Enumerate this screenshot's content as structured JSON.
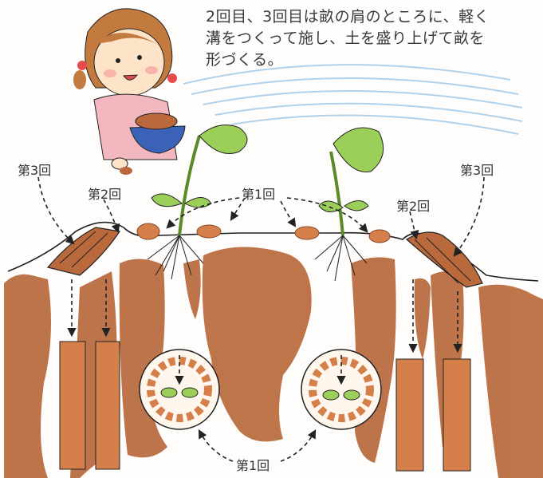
{
  "caption": {
    "line1": "2回目、3回目は畝の肩のところに、軽く",
    "line2": "溝をつくって施し、土を盛り上げて畝を",
    "line3": "形づくる。"
  },
  "labels": {
    "third_left": "第3回",
    "second_left": "第2回",
    "first_top": "第1回",
    "second_right": "第2回",
    "third_right": "第3回",
    "first_bottom": "第1回"
  },
  "colors": {
    "soil": "#b9693b",
    "soil_dark": "#8a4a26",
    "fertilizer": "#d5804a",
    "leaf": "#9ccf5a",
    "line": "#222222",
    "sky": "#9fc7e8"
  }
}
